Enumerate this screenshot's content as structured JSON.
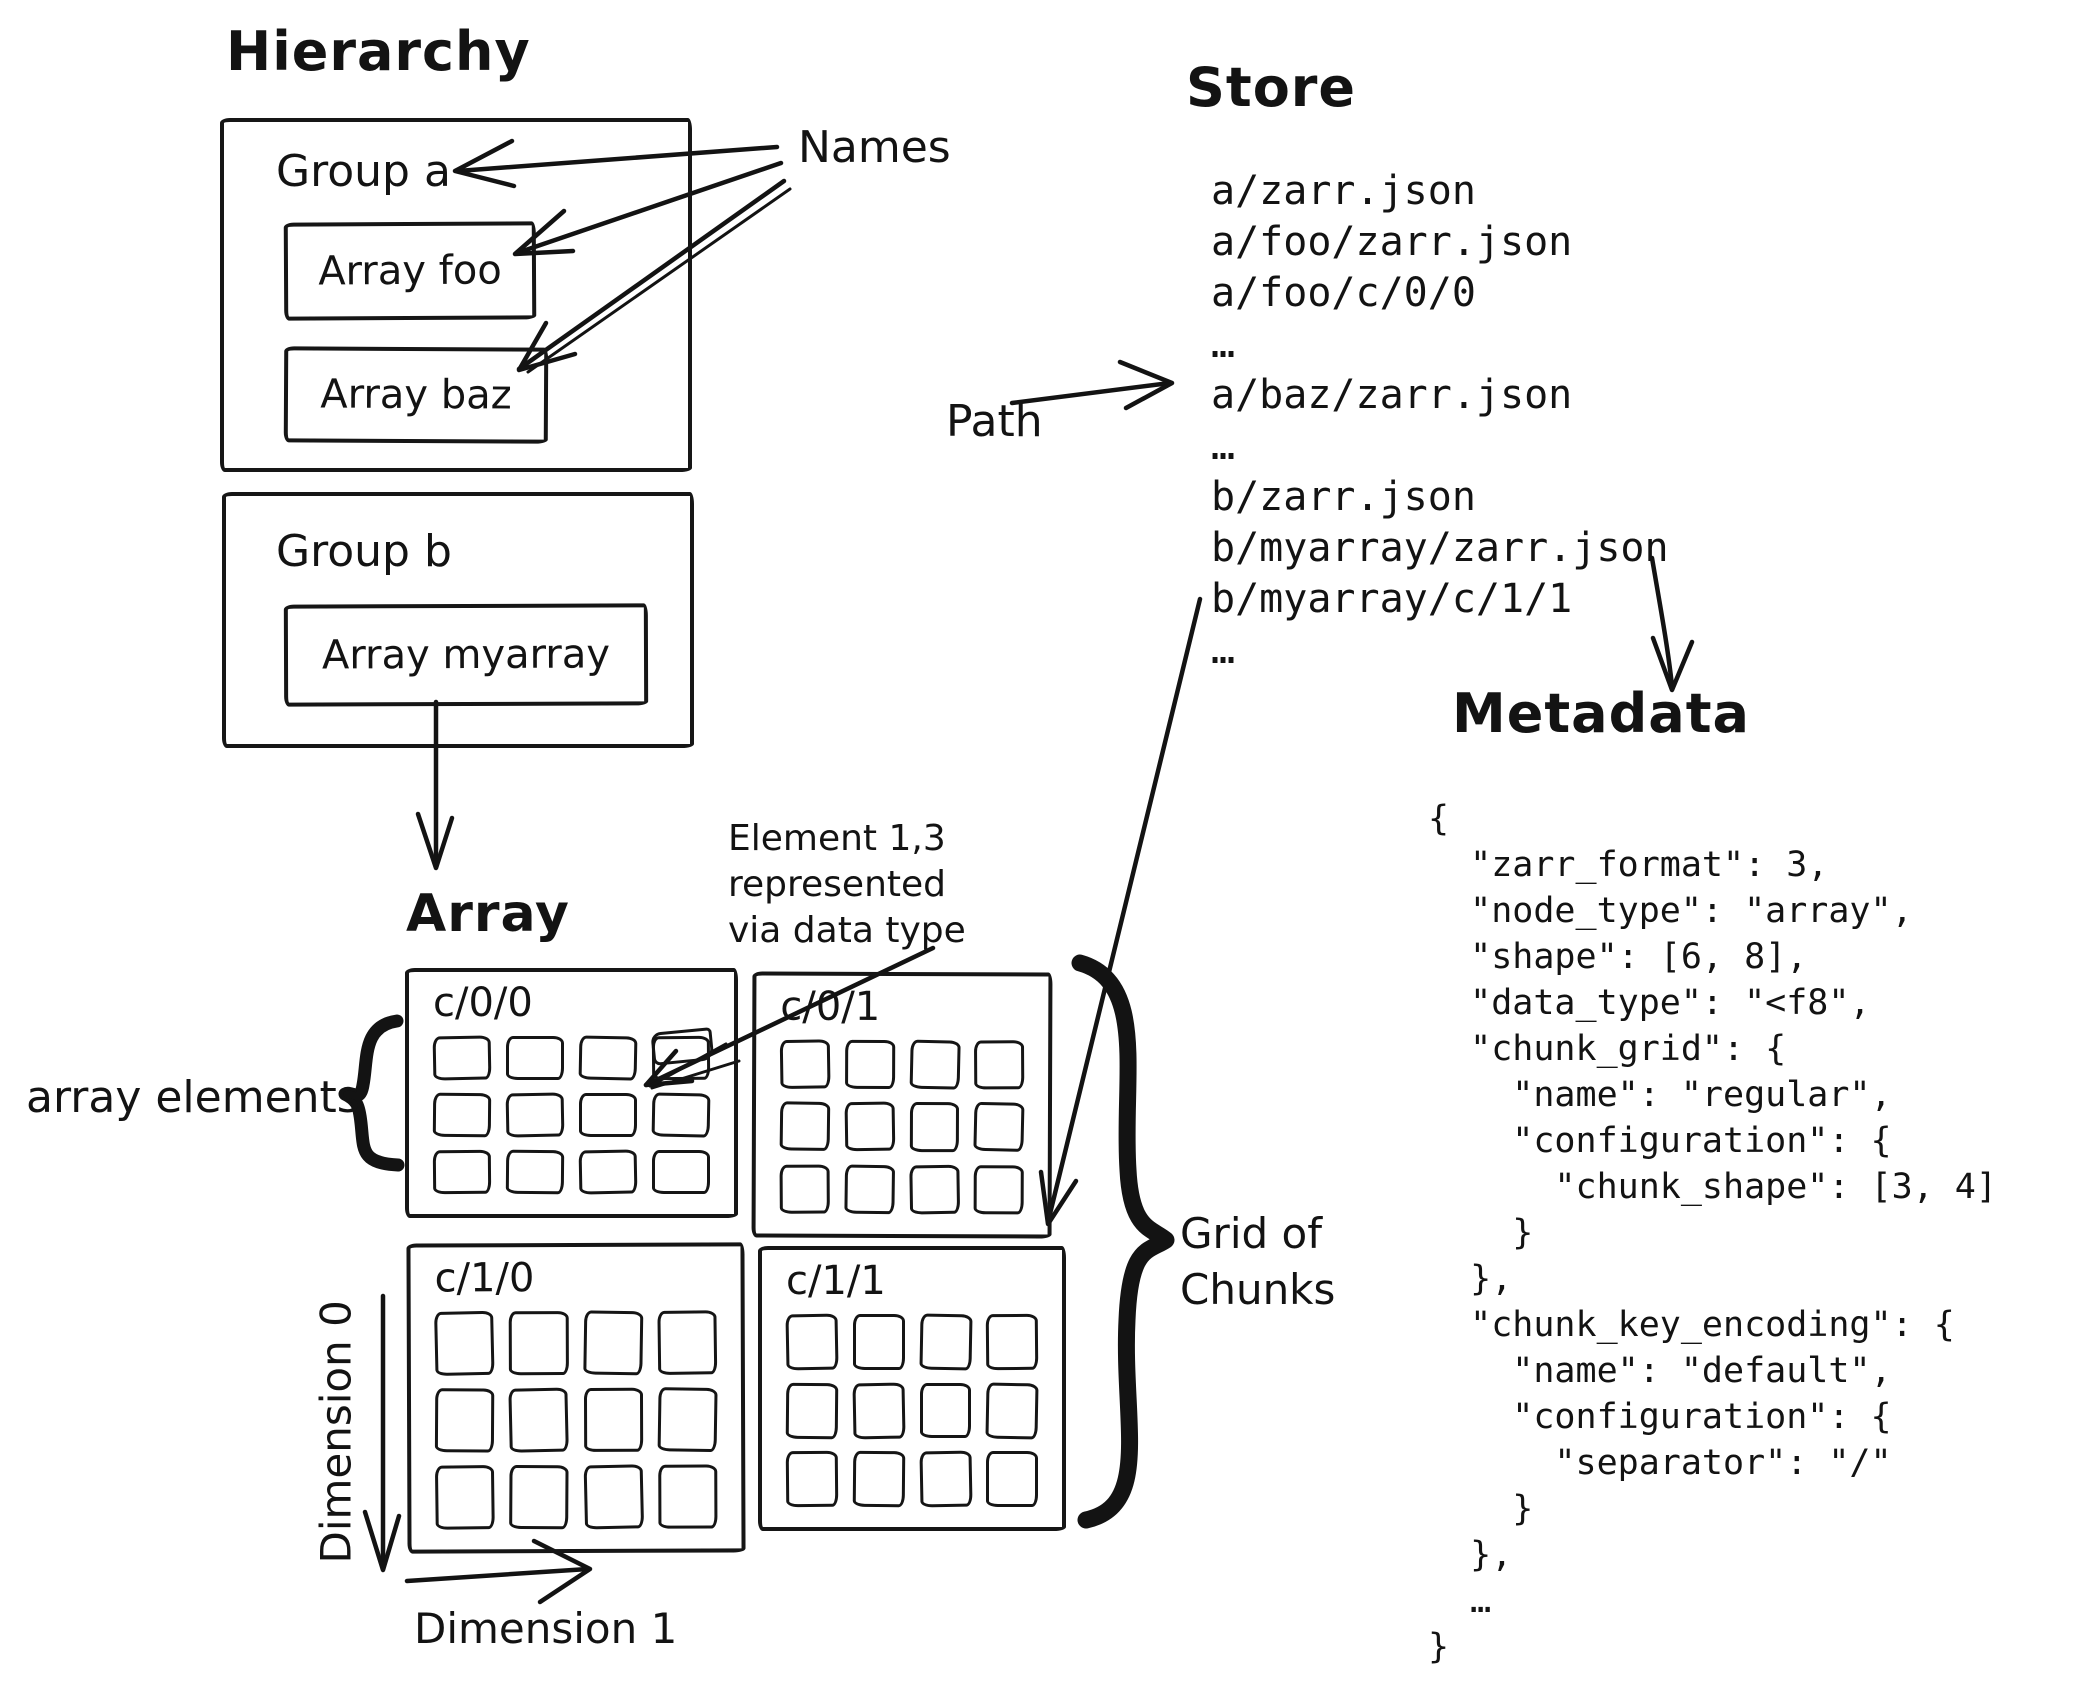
{
  "hierarchy": {
    "title": "Hierarchy",
    "names_label": "Names",
    "group_a": {
      "label": "Group a",
      "arrays": [
        {
          "label": "Array foo"
        },
        {
          "label": "Array baz"
        }
      ]
    },
    "group_b": {
      "label": "Group b",
      "arrays": [
        {
          "label": "Array myarray"
        }
      ]
    }
  },
  "store": {
    "title": "Store",
    "path_label": "Path",
    "entries": [
      "a/zarr.json",
      "a/foo/zarr.json",
      "a/foo/c/0/0",
      "…",
      "a/baz/zarr.json",
      "…",
      "b/zarr.json",
      "b/myarray/zarr.json",
      "b/myarray/c/1/1",
      "…"
    ]
  },
  "metadata": {
    "title": "Metadata",
    "json_lines": [
      "{",
      "  \"zarr_format\": 3,",
      "  \"node_type\": \"array\",",
      "  \"shape\": [6, 8],",
      "  \"data_type\": \"<f8\",",
      "  \"chunk_grid\": {",
      "    \"name\": \"regular\",",
      "    \"configuration\": {",
      "      \"chunk_shape\": [3, 4]",
      "    }",
      "  },",
      "  \"chunk_key_encoding\": {",
      "    \"name\": \"default\",",
      "    \"configuration\": {",
      "      \"separator\": \"/\"",
      "    }",
      "  },",
      "  …",
      "}"
    ]
  },
  "array": {
    "title": "Array",
    "array_elements_label": "array elements",
    "element_note_lines": [
      "Element 1,3",
      "represented",
      "via data type"
    ],
    "grid_of_chunks_lines": [
      "Grid of",
      "Chunks"
    ],
    "dimension_0_label": "Dimension 0",
    "dimension_1_label": "Dimension 1",
    "chunks": [
      {
        "label": "c/0/0",
        "rows": 3,
        "cols": 4
      },
      {
        "label": "c/0/1",
        "rows": 3,
        "cols": 4
      },
      {
        "label": "c/1/0",
        "rows": 3,
        "cols": 4
      },
      {
        "label": "c/1/1",
        "rows": 3,
        "cols": 4
      }
    ],
    "highlighted_element": {
      "chunk": "c/0/0",
      "row": 1,
      "col": 3
    }
  },
  "colors": {
    "ink": "#131313",
    "background": "#ffffff"
  }
}
